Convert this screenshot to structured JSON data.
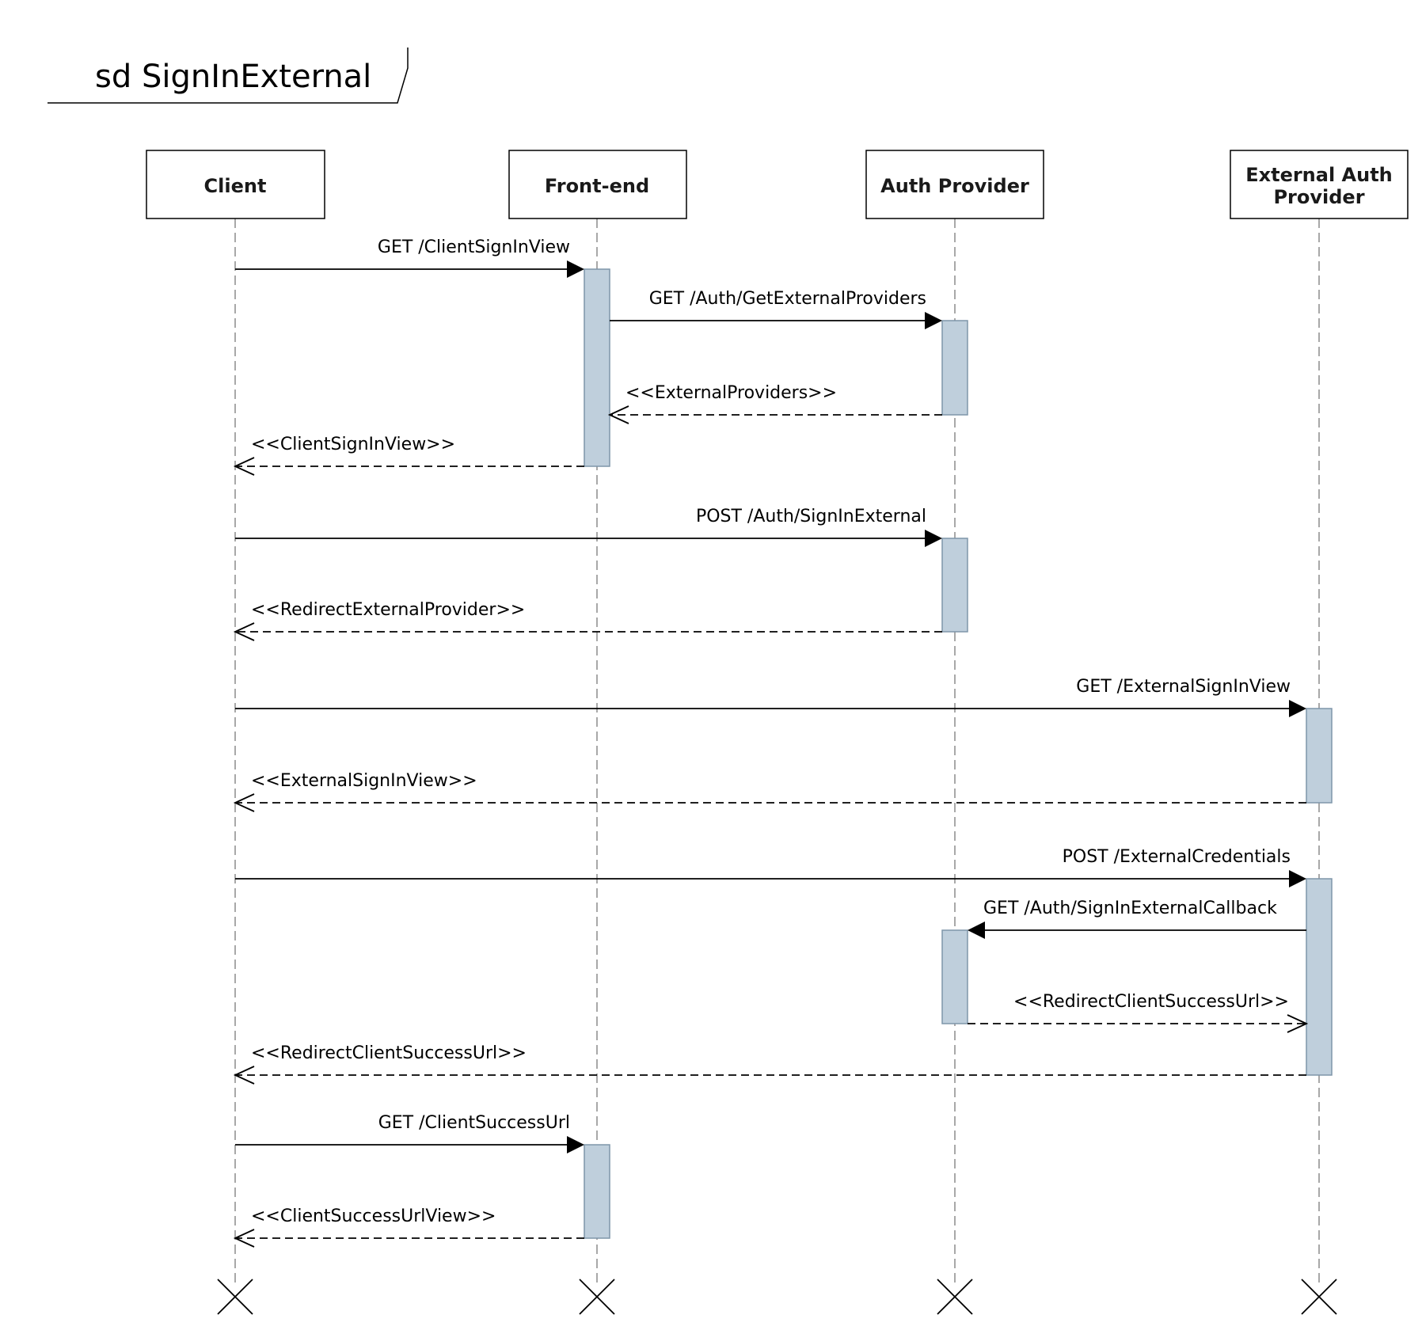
{
  "frame": {
    "title": "sd SignInExternal"
  },
  "participants": [
    {
      "id": "client",
      "label": [
        "Client"
      ]
    },
    {
      "id": "frontend",
      "label": [
        "Front-end"
      ]
    },
    {
      "id": "auth",
      "label": [
        "Auth Provider"
      ]
    },
    {
      "id": "external",
      "label": [
        "External Auth",
        "Provider"
      ]
    }
  ],
  "messages": [
    {
      "from": "client",
      "to": "frontend",
      "kind": "sync",
      "label": "GET /ClientSignInView"
    },
    {
      "from": "frontend",
      "to": "auth",
      "kind": "sync",
      "label": "GET /Auth/GetExternalProviders"
    },
    {
      "from": "auth",
      "to": "frontend",
      "kind": "reply",
      "label": "<<ExternalProviders>>"
    },
    {
      "from": "frontend",
      "to": "client",
      "kind": "reply",
      "label": "<<ClientSignInView>>"
    },
    {
      "from": "client",
      "to": "auth",
      "kind": "sync",
      "label": "POST /Auth/SignInExternal"
    },
    {
      "from": "auth",
      "to": "client",
      "kind": "reply",
      "label": "<<RedirectExternalProvider>>"
    },
    {
      "from": "client",
      "to": "external",
      "kind": "sync",
      "label": "GET /ExternalSignInView"
    },
    {
      "from": "external",
      "to": "client",
      "kind": "reply",
      "label": "<<ExternalSignInView>>"
    },
    {
      "from": "client",
      "to": "external",
      "kind": "sync",
      "label": "POST /ExternalCredentials"
    },
    {
      "from": "external",
      "to": "auth",
      "kind": "sync",
      "label": "GET /Auth/SignInExternalCallback"
    },
    {
      "from": "auth",
      "to": "external",
      "kind": "reply",
      "label": "<<RedirectClientSuccessUrl>>"
    },
    {
      "from": "external",
      "to": "client",
      "kind": "reply",
      "label": "<<RedirectClientSuccessUrl>>"
    },
    {
      "from": "client",
      "to": "frontend",
      "kind": "sync",
      "label": "GET /ClientSuccessUrl"
    },
    {
      "from": "frontend",
      "to": "client",
      "kind": "reply",
      "label": "<<ClientSuccessUrlView>>"
    }
  ],
  "colors": {
    "activation_fill": "#bfcfdc",
    "activation_stroke": "#7f96aa",
    "lifeline": "#8c8c8c"
  }
}
